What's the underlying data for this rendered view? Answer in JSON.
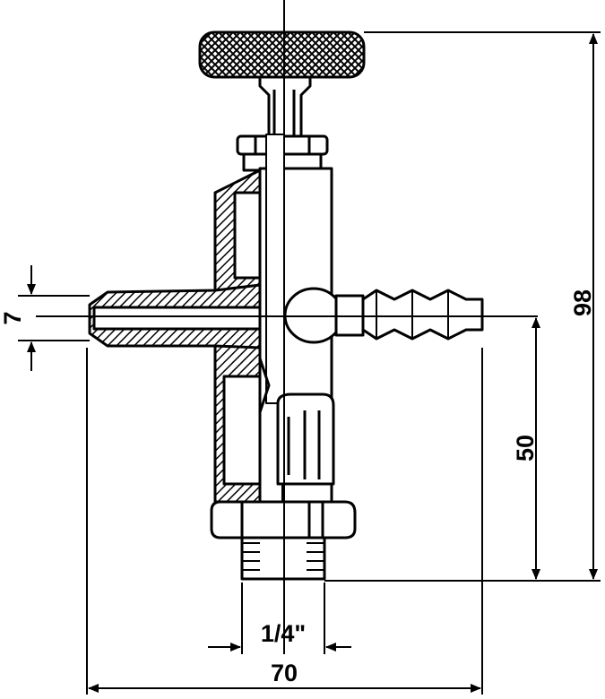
{
  "dimensions": {
    "total_height": "98",
    "outlet_height": "50",
    "hose_diameter": "7",
    "thread_size": "1/4\"",
    "total_width": "70"
  },
  "colors": {
    "ink": "#000000",
    "paper": "#ffffff"
  }
}
